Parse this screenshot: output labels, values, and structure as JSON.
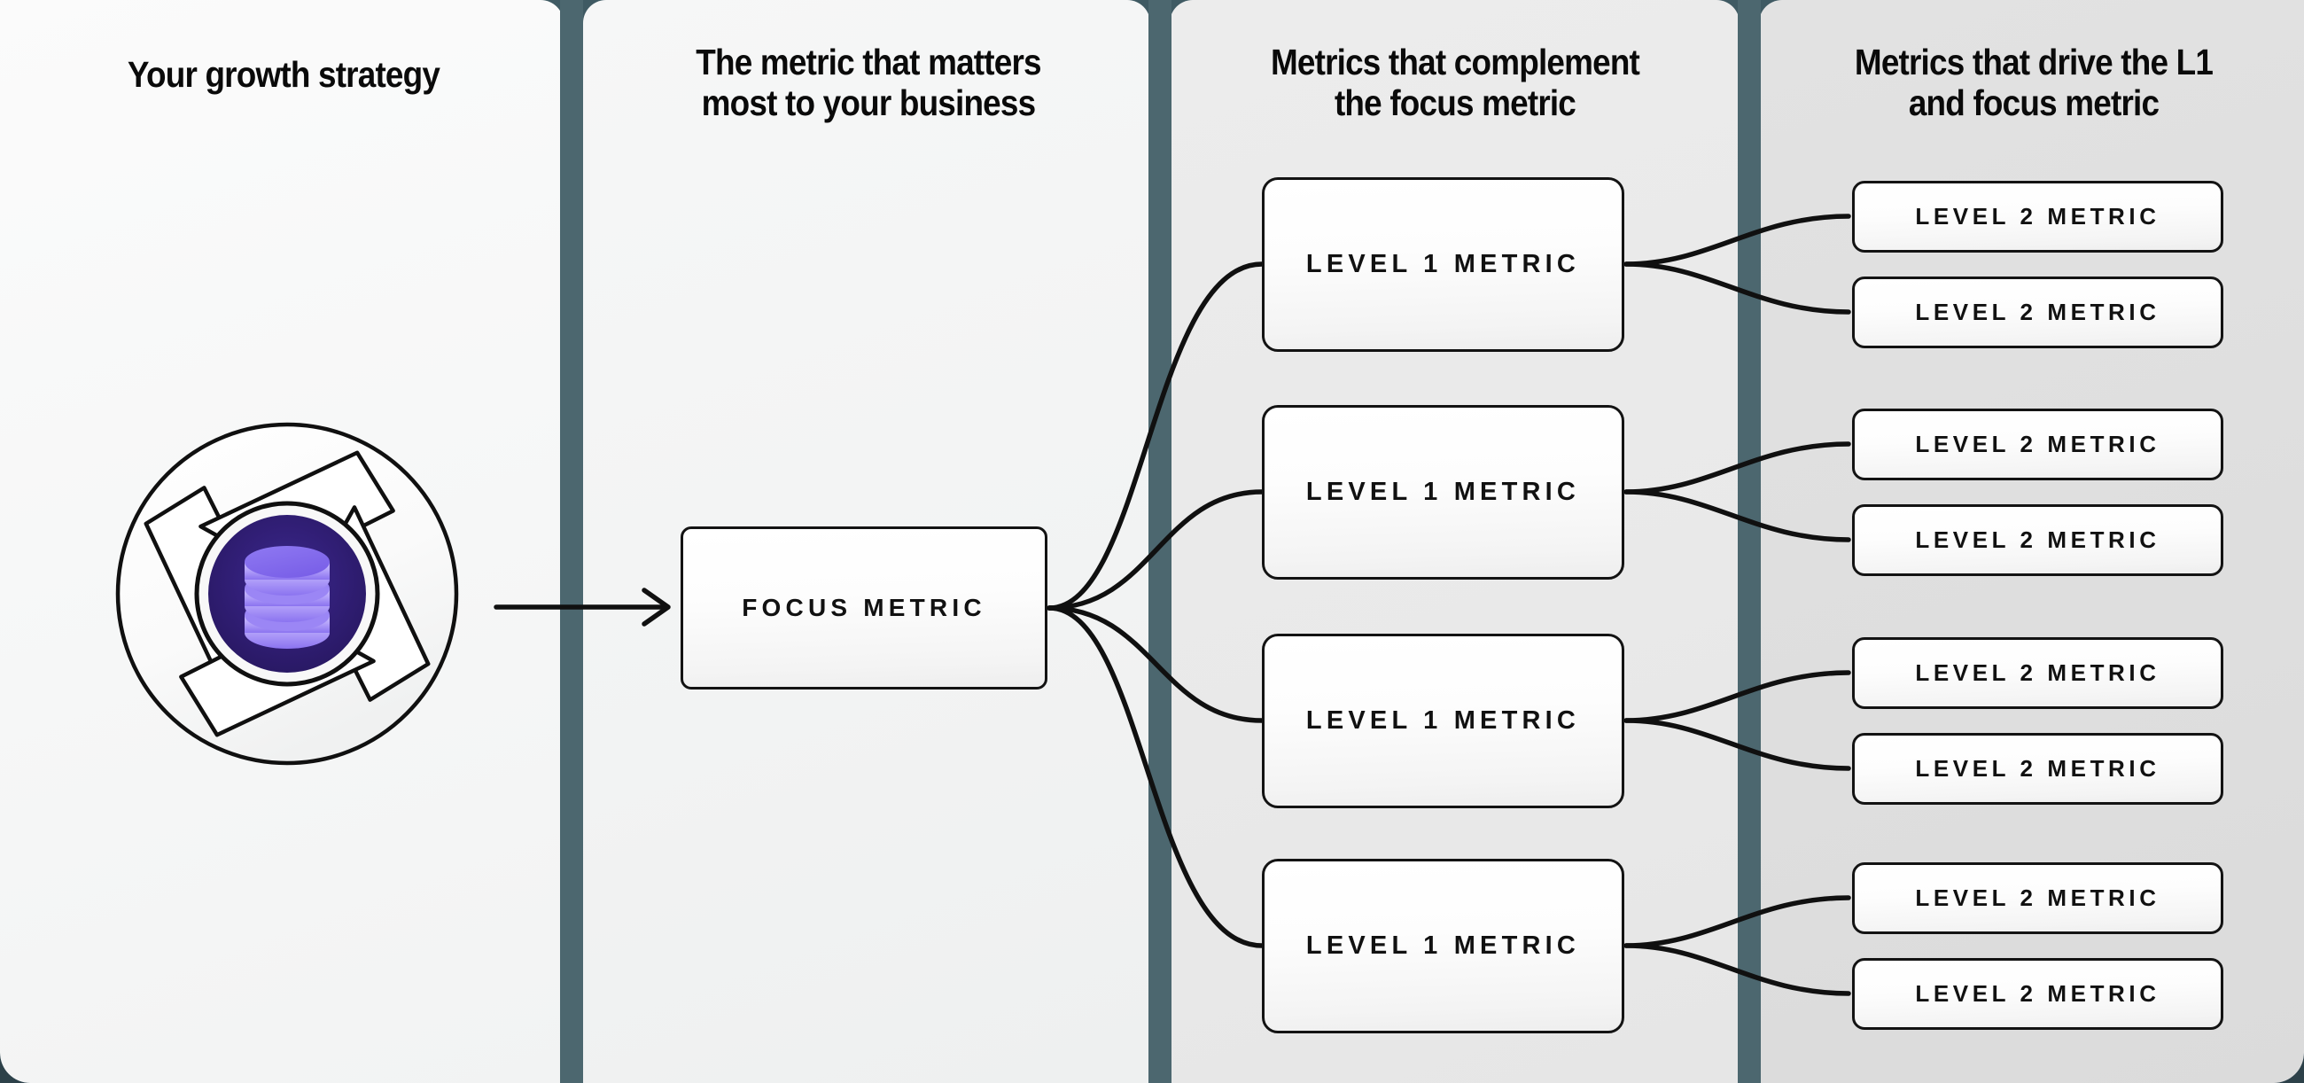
{
  "columns": [
    {
      "id": "col-growth-strategy",
      "title": "Your growth strategy"
    },
    {
      "id": "col-focus-metric",
      "title": "The metric that matters\nmost to your business"
    },
    {
      "id": "col-level-1-metrics",
      "title": "Metrics that complement\nthe focus metric"
    },
    {
      "id": "col-level-2-metrics",
      "title": "Metrics that drive the L1\nand focus metric"
    }
  ],
  "illustration": {
    "name": "aperture-database-icon",
    "core_icon": "database-icon",
    "blade_count": 4
  },
  "focus_node": {
    "label": "FOCUS METRIC"
  },
  "level1_nodes": [
    {
      "label": "LEVEL 1 METRIC"
    },
    {
      "label": "LEVEL 1 METRIC"
    },
    {
      "label": "LEVEL 1 METRIC"
    },
    {
      "label": "LEVEL 1 METRIC"
    }
  ],
  "level2_nodes": [
    {
      "label": "LEVEL 2 METRIC"
    },
    {
      "label": "LEVEL 2 METRIC"
    },
    {
      "label": "LEVEL 2 METRIC"
    },
    {
      "label": "LEVEL 2 METRIC"
    },
    {
      "label": "LEVEL 2 METRIC"
    },
    {
      "label": "LEVEL 2 METRIC"
    },
    {
      "label": "LEVEL 2 METRIC"
    },
    {
      "label": "LEVEL 2 METRIC"
    }
  ],
  "colors": {
    "divider": "#4c676f",
    "page_background": "#3f5a63",
    "panel_1": "#f7f8f8",
    "panel_2": "#f2f3f3",
    "panel_3": "#e9e9e9",
    "panel_4": "#dedede",
    "node_border": "#131313",
    "icon_core_dark": "#2c1f6e",
    "icon_accent_purple": "#a996f5",
    "text": "#0a0a0a"
  }
}
